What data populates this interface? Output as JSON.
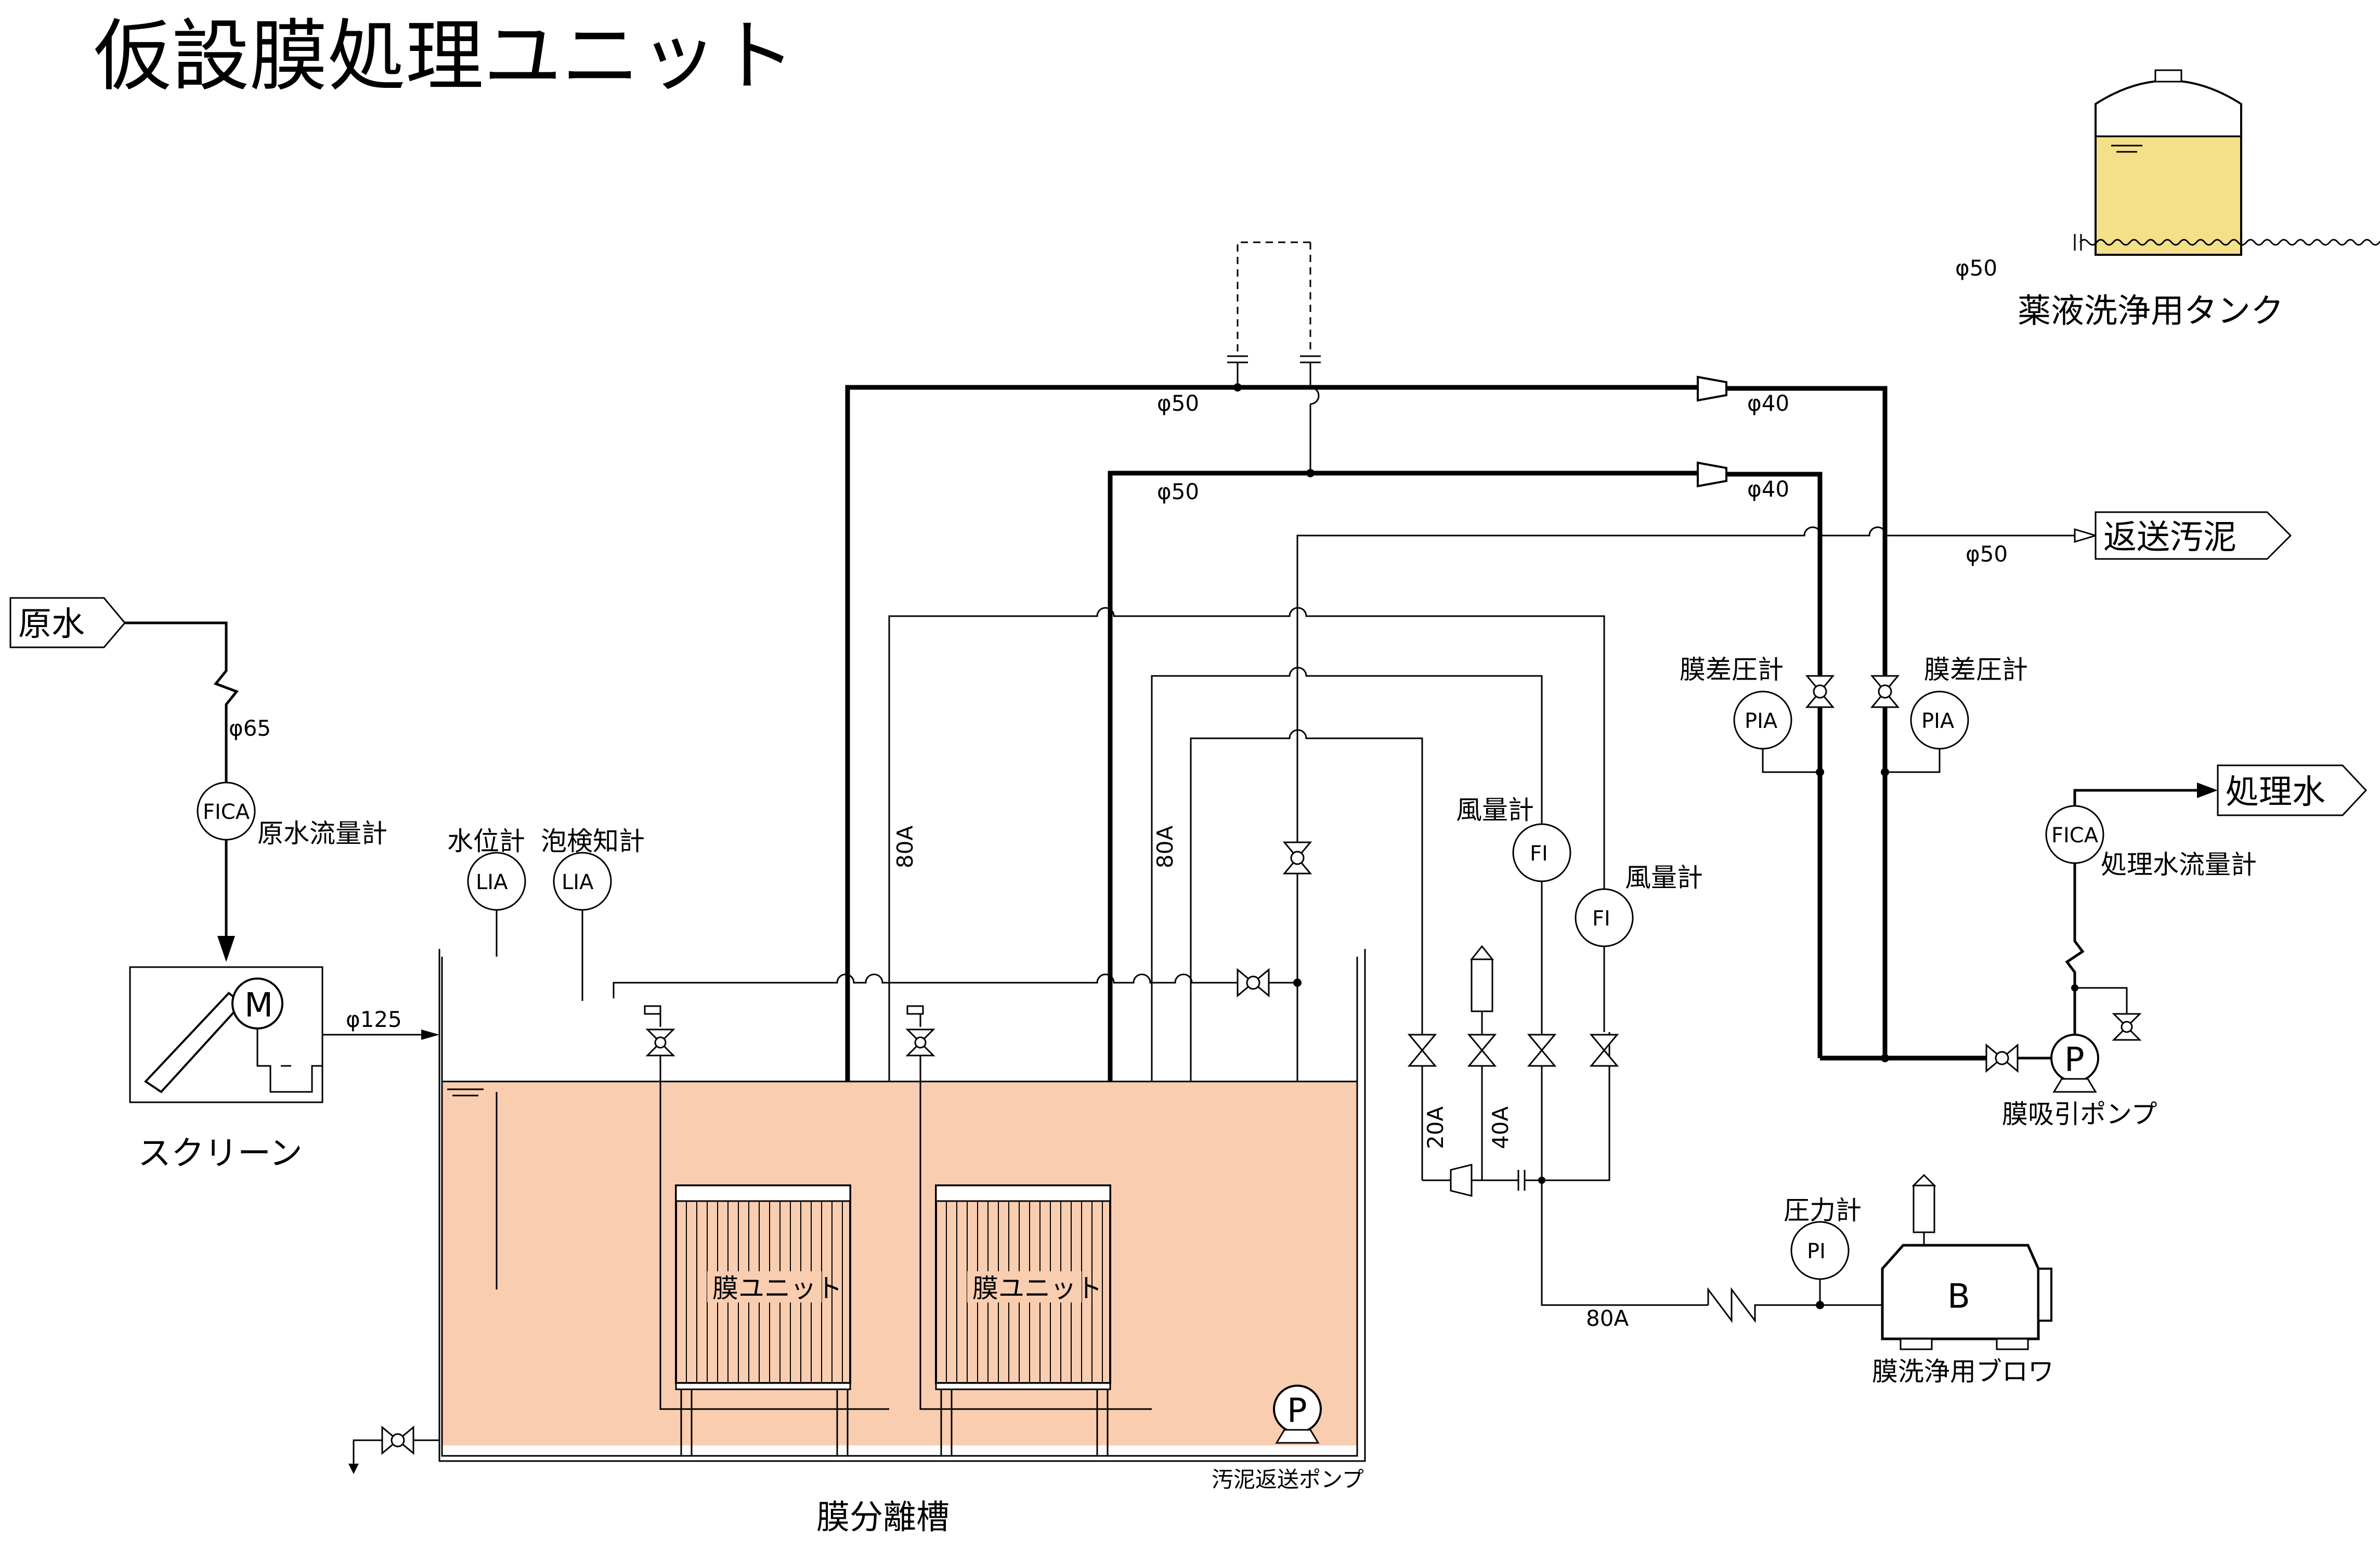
{
  "title": "仮設膜処理ユニット",
  "streams": {
    "raw_water": "原水",
    "return_sludge": "返送汚泥",
    "treated_water": "処理水"
  },
  "equipment": {
    "screen": "スクリーン",
    "tank": "膜分離槽",
    "membrane_unit_1": "膜ユニット",
    "membrane_unit_2": "膜ユニット",
    "sludge_pump": "汚泥返送ポンプ",
    "suction_pump": "膜吸引ポンプ",
    "blower": "膜洗浄用ブロワ",
    "chem_tank": "薬液洗浄用タンク"
  },
  "symbols": {
    "motor": "M",
    "pump": "P",
    "blower": "B"
  },
  "instruments": [
    {
      "id": "fica_raw",
      "tag": "FICA",
      "label": "原水流量計"
    },
    {
      "id": "lia_level",
      "tag": "LIA",
      "label": "水位計"
    },
    {
      "id": "lia_foam",
      "tag": "LIA",
      "label": "泡検知計"
    },
    {
      "id": "fi_1",
      "tag": "FI",
      "label": "風量計"
    },
    {
      "id": "fi_2",
      "tag": "FI",
      "label": "風量計"
    },
    {
      "id": "pia_1",
      "tag": "PIA",
      "label": "膜差圧計"
    },
    {
      "id": "pia_2",
      "tag": "PIA",
      "label": "膜差圧計"
    },
    {
      "id": "fica_treated",
      "tag": "FICA",
      "label": "処理水流量計"
    },
    {
      "id": "pi_blower",
      "tag": "PI",
      "label": "圧力計"
    }
  ],
  "pipe_sizes": {
    "raw_in": "φ65",
    "screen_out": "φ125",
    "chem_line": "φ50",
    "header_upper": "φ50",
    "header_lower": "φ50",
    "reducer_upper": "φ40",
    "reducer_lower": "φ40",
    "return_sludge": "φ50",
    "air_drop_1": "80A",
    "air_drop_2": "80A",
    "air_branch_small": "20A",
    "air_branch_mid": "40A",
    "blower_main": "80A"
  }
}
